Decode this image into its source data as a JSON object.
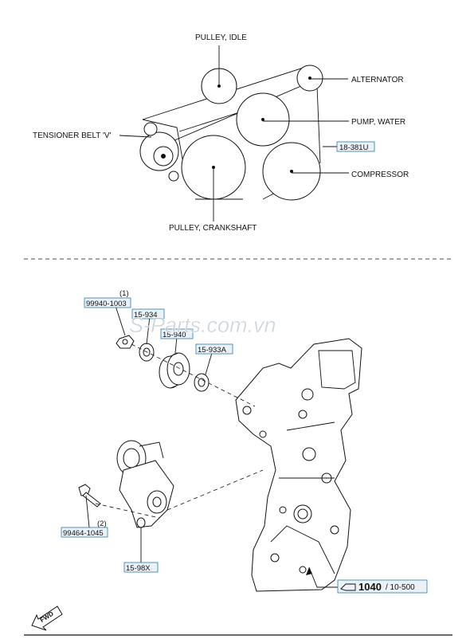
{
  "belt_diagram": {
    "pulley_idle": "PULLEY, IDLE",
    "alternator": "ALTERNATOR",
    "pump_water": "PUMP, WATER",
    "tensioner": "TENSIONER BELT 'V'",
    "belt_part": "18-381U",
    "compressor": "COMPRESSOR",
    "crankshaft": "PULLEY, CRANKSHAFT"
  },
  "parts": {
    "nut_qty": "(1)",
    "nut": "99940-1003",
    "washer": "15-934",
    "idler_pulley": "15-940",
    "spacer": "15-933A",
    "bolt_qty": "(2)",
    "bolt": "99464-1045",
    "tensioner": "15-98X"
  },
  "reference": {
    "page": "1040",
    "range": "/ 10-500"
  },
  "watermark": "S-Parts.com.vn",
  "fwd_label": "FWD"
}
